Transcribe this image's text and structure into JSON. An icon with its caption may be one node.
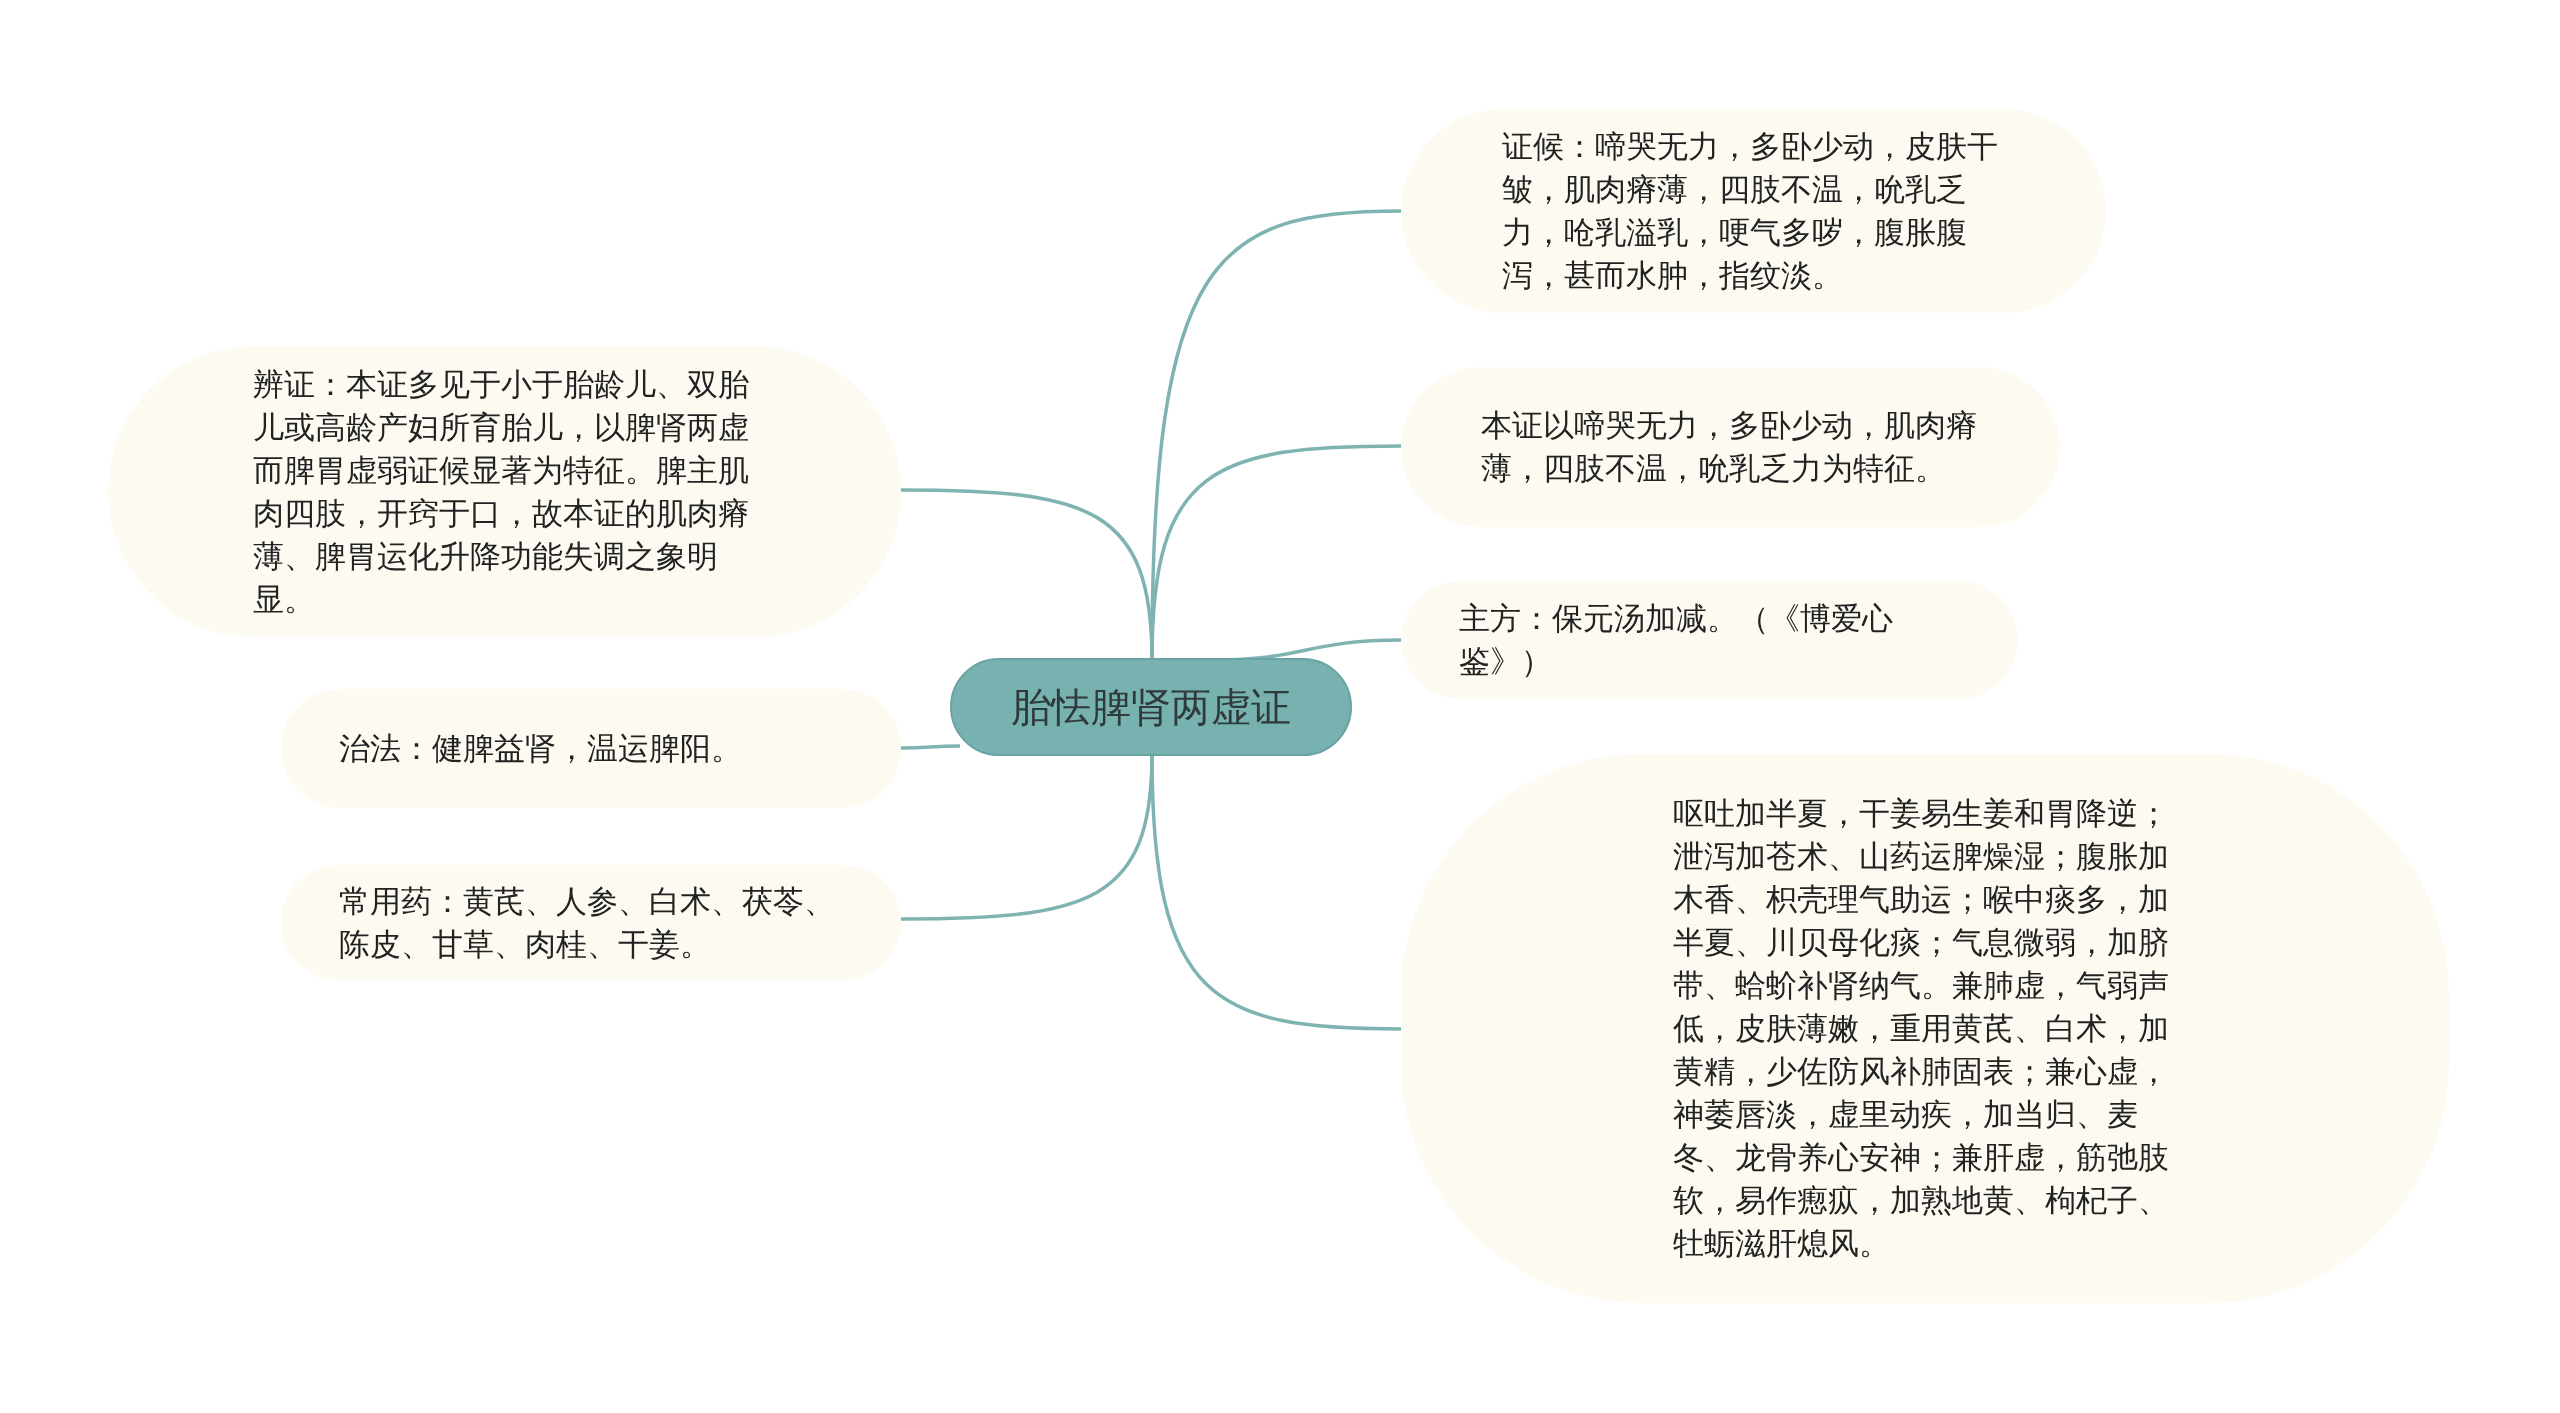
{
  "diagram": {
    "nodes": [
      {
        "text": [
          "胎怯脾肾两虚证"
        ]
      },
      {
        "text": [
          "证候：啼哭无力，多卧少动，皮肤干皱，肌肉瘠薄，四肢不温，吮乳乏力，呛乳溢乳，哽气多哕，腹胀腹泻，甚而水肿，指纹淡。"
        ]
      },
      {
        "text": [
          "本证以啼哭无力，多卧少动，肌肉瘠薄，四肢不温，吮乳乏力为特征。"
        ]
      },
      {
        "text": [
          "主方：保元汤加减。（《博爱心鉴》）"
        ]
      },
      {
        "text": [
          "呕吐加半夏，干姜易生姜和胃降逆；泄泻加苍术、山药运脾燥湿；腹胀加木香、枳壳理气助运；喉中痰多，加半夏、川贝母化痰；气息微弱，加脐带、蛤蚧补肾纳气。兼肺虚，气弱声低，皮肤薄嫩，重用黄芪、白术，加黄精，少佐防风补肺固表；兼心虚，神萎唇淡，虚里动疾，加当归、麦冬、龙骨养心安神；兼肝虚，筋弛肢软，易作瘛疭，加熟地黄、枸杞子、牡蛎滋肝熄风。"
        ]
      },
      {
        "text": [
          "辨证：本证多见于小于胎龄儿、双胎儿或高龄产妇所育胎儿，以脾肾两虚而脾胃虚弱证候显著为特征。脾主肌肉四肢，开窍于口，故本证的肌肉瘠薄、脾胃运化升降功能失调之象明显。"
        ]
      },
      {
        "text": [
          "治法：健脾益肾，温运脾阳。"
        ]
      },
      {
        "text": [
          "常用药：黄芪、人参、白术、茯苓、陈皮、甘草、肉桂、干姜。"
        ]
      }
    ],
    "edges": [
      {
        "from": 0,
        "to": 1,
        "arrow": "none"
      },
      {
        "from": 0,
        "to": 2,
        "arrow": "none"
      },
      {
        "from": 0,
        "to": 3,
        "arrow": "none"
      },
      {
        "from": 0,
        "to": 4,
        "arrow": "none"
      },
      {
        "from": 0,
        "to": 5,
        "arrow": "none"
      },
      {
        "from": 0,
        "to": 6,
        "arrow": "none"
      },
      {
        "from": 0,
        "to": 7,
        "arrow": "none"
      }
    ]
  }
}
